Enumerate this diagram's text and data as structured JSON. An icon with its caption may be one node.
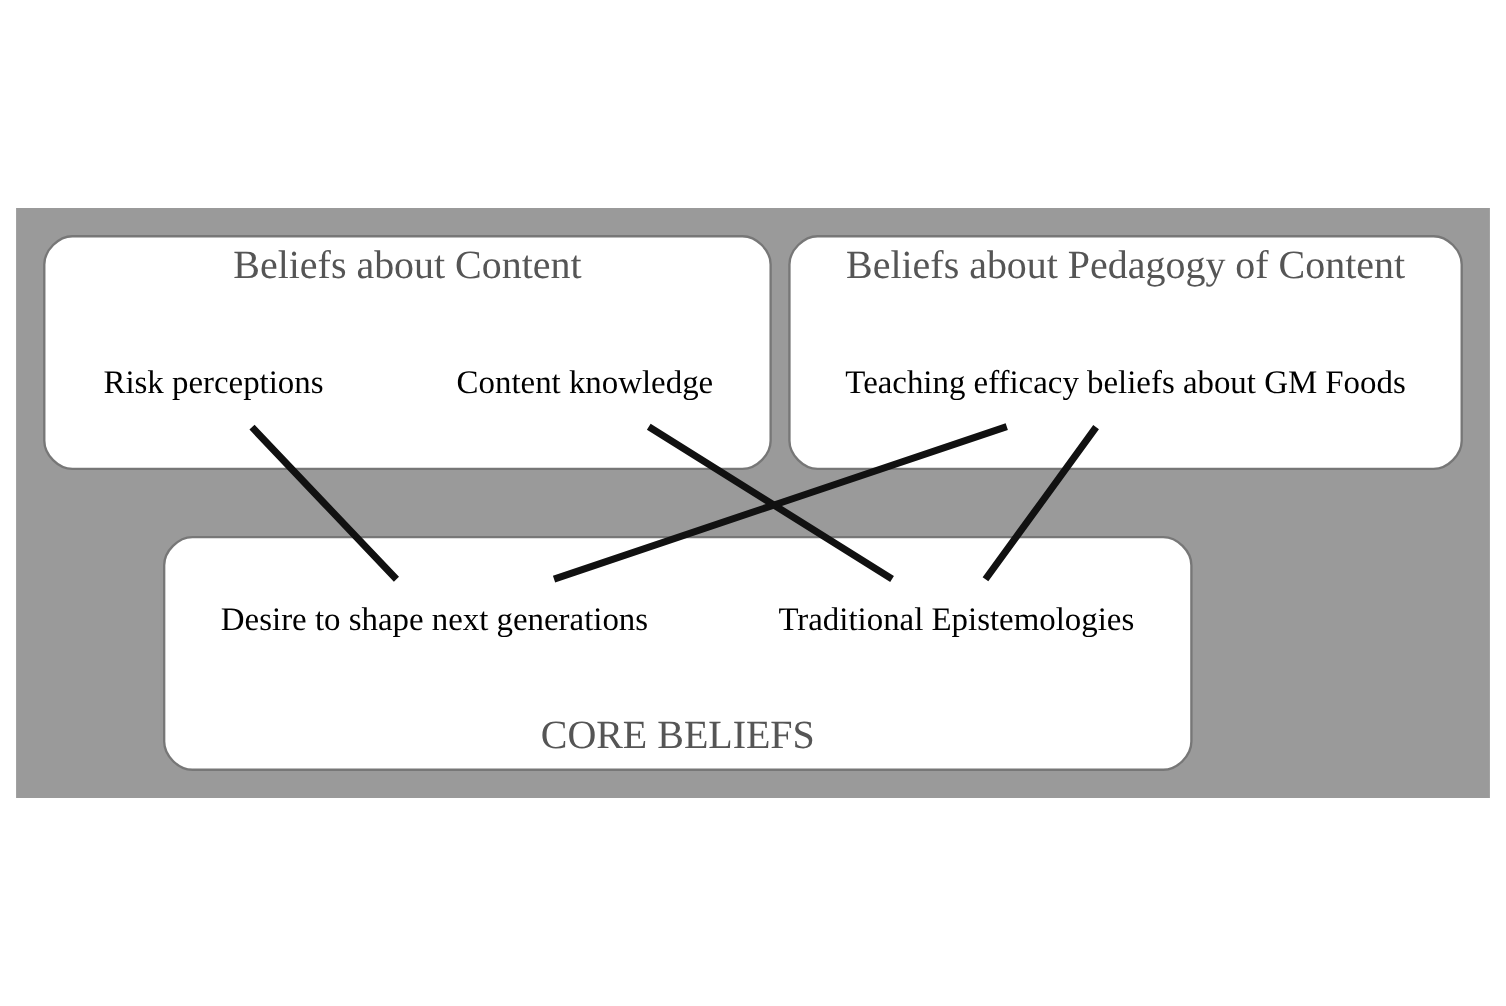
{
  "diagram": {
    "nodes": [
      {
        "text": [
          "Beliefs about Content"
        ]
      },
      {
        "text": [
          "Content knowledge"
        ],
        "in": 0
      },
      {
        "text": [
          "Risk perceptions"
        ],
        "in": 0
      },
      {
        "text": [
          "Beliefs about Pedagogy of Content"
        ]
      },
      {
        "text": [
          "Teaching efficacy beliefs about GM Foods"
        ],
        "in": 3
      },
      {
        "text": [
          "CORE BELIEFS"
        ]
      },
      {
        "text": [
          "Traditional Epistemologies"
        ],
        "in": 5
      },
      {
        "text": [
          "Desire to shape next generations"
        ],
        "in": 5
      }
    ],
    "edges": [
      {
        "from": 1,
        "to": 6,
        "arrow": "none"
      },
      {
        "from": 2,
        "to": 7,
        "arrow": "none"
      },
      {
        "from": 4,
        "to": 6,
        "arrow": "none"
      },
      {
        "from": 4,
        "to": 7,
        "arrow": "none"
      }
    ]
  }
}
